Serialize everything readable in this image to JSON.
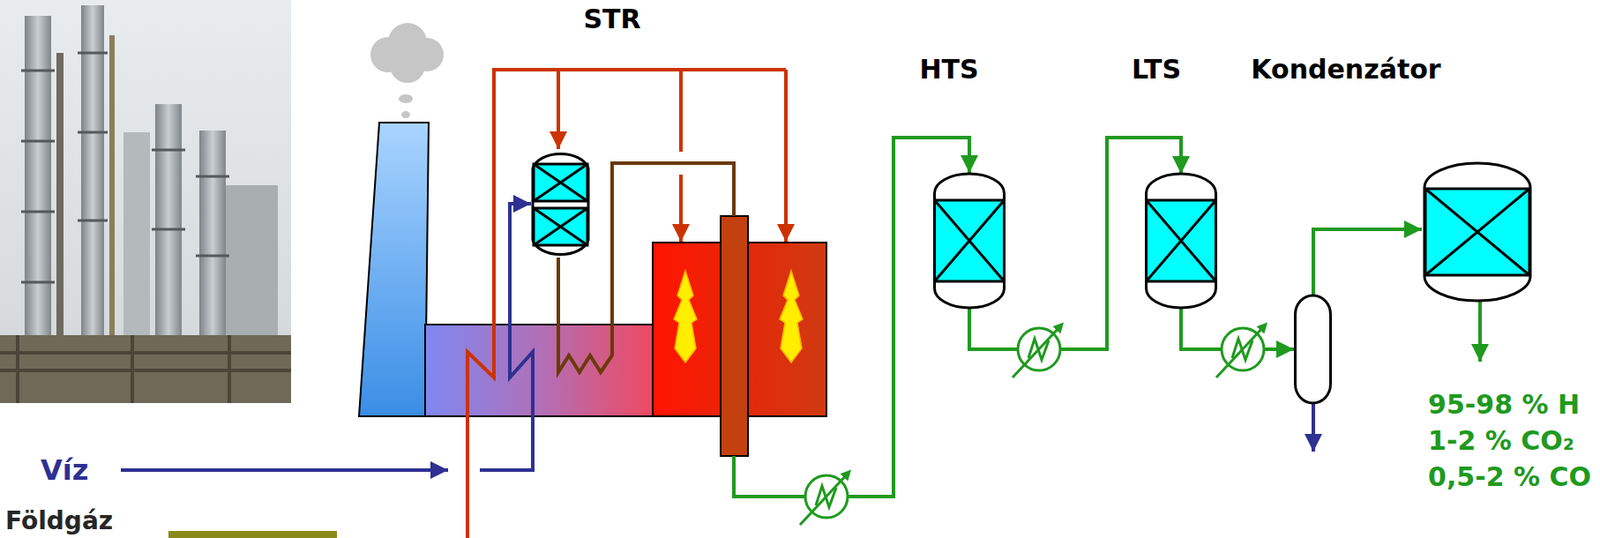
{
  "diagram": {
    "nodes": [
      {
        "text": [
          "HTS"
        ]
      },
      {
        "text": [
          "LTS"
        ]
      },
      {
        "text": [
          "Kondenzátor"
        ]
      }
    ],
    "edges": [
      {
        "from": 0,
        "to": 1,
        "arrow": "to"
      },
      {
        "from": 1,
        "to": 2,
        "arrow": "to"
      }
    ],
    "labels": [
      "STR",
      "Víz",
      "Földgáz",
      "95-98 % H",
      "1-2 % CO₂",
      "0,5-2 % CO"
    ]
  }
}
